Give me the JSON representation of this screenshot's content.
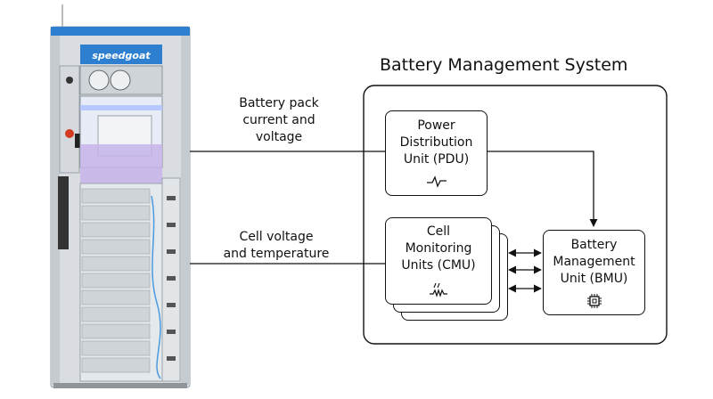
{
  "rack": {
    "brand": "speedgoat"
  },
  "diagram": {
    "title": "Battery Management System",
    "inputs": {
      "pack_label": "Battery pack\ncurrent and\nvoltage",
      "cell_label": "Cell voltage\nand temperature"
    },
    "pdu": {
      "label": "Power\nDistribution\nUnit (PDU)",
      "icon": "waveform-icon"
    },
    "cmu": {
      "label": "Cell\nMonitoring\nUnits (CMU)",
      "icon": "thermistor-icon"
    },
    "bmu": {
      "label": "Battery\nManagement\nUnit (BMU)",
      "icon": "chip-icon"
    }
  }
}
